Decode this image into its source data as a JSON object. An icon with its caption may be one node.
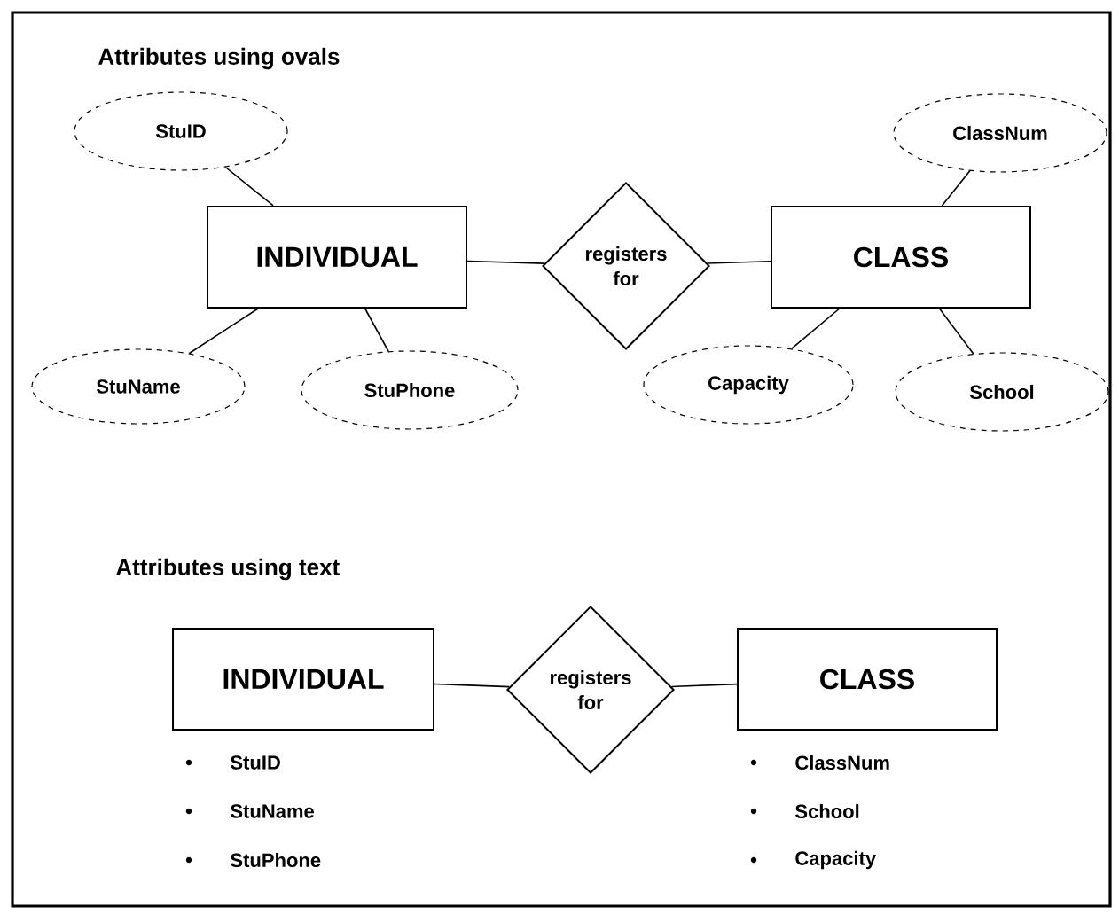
{
  "diagram": {
    "nodes": [
      {
        "text": [
          "StuID"
        ]
      },
      {
        "text": [
          "INDIVIDUAL"
        ]
      },
      {
        "text": [
          "registers for"
        ]
      },
      {
        "text": [
          "CLASS"
        ]
      },
      {
        "text": [
          "ClassNum"
        ]
      },
      {
        "text": [
          "StuName"
        ]
      },
      {
        "text": [
          "StuPhone"
        ]
      },
      {
        "text": [
          "Capacity"
        ]
      },
      {
        "text": [
          "School"
        ]
      },
      {
        "text": [
          "INDIVIDUAL"
        ],
        "beside": [
          "StuID",
          "StuName",
          "StuPhone"
        ]
      },
      {
        "text": [
          "registers for"
        ]
      },
      {
        "text": [
          "CLASS"
        ],
        "beside": [
          "ClassNum",
          "School",
          "Capacity"
        ]
      }
    ],
    "edges": [
      {
        "from": 0,
        "to": 1,
        "arrow": "none"
      },
      {
        "from": 1,
        "to": 2,
        "arrow": "none"
      },
      {
        "from": 2,
        "to": 3,
        "arrow": "none"
      },
      {
        "from": 4,
        "to": 3,
        "arrow": "none"
      },
      {
        "from": 5,
        "to": 1,
        "arrow": "none"
      },
      {
        "from": 6,
        "to": 1,
        "arrow": "none"
      },
      {
        "from": 7,
        "to": 3,
        "arrow": "none"
      },
      {
        "from": 8,
        "to": 3,
        "arrow": "none"
      },
      {
        "from": 9,
        "to": 10,
        "arrow": "none"
      },
      {
        "from": 10,
        "to": 11,
        "arrow": "none"
      }
    ],
    "labels": [
      "Attributes using ovals",
      "Attributes using text"
    ]
  }
}
